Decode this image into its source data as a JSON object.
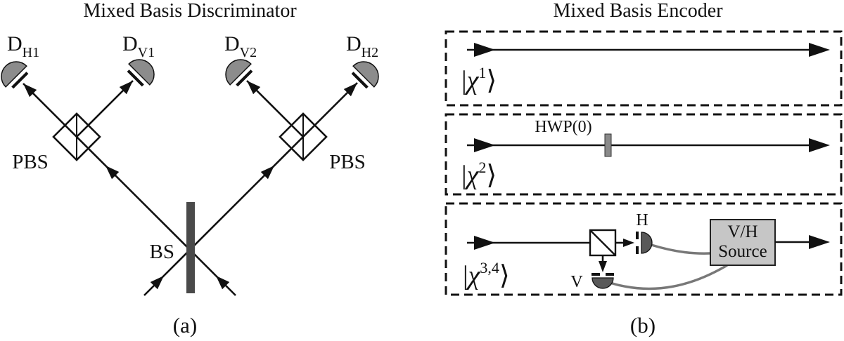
{
  "panel_a": {
    "title": "Mixed Basis Discriminator",
    "caption": "(a)",
    "bs_label": "BS",
    "pbs_left_label": "PBS",
    "pbs_right_label": "PBS",
    "detectors": [
      {
        "name": "D",
        "sub": "H1"
      },
      {
        "name": "D",
        "sub": "V1"
      },
      {
        "name": "D",
        "sub": "V2"
      },
      {
        "name": "D",
        "sub": "H2"
      }
    ]
  },
  "panel_b": {
    "title": "Mixed Basis Encoder",
    "caption": "(b)",
    "rows": [
      {
        "bar": "|",
        "chi": "χ",
        "sup": "1",
        "ket": "⟩"
      },
      {
        "bar": "|",
        "chi": "χ",
        "sup": "2",
        "ket": "⟩",
        "hwp_label": "HWP(0)"
      },
      {
        "bar": "|",
        "chi": "χ",
        "sup": "3,4",
        "ket": "⟩",
        "h_label": "H",
        "v_label": "V",
        "source_line1": "V/H",
        "source_line2": "Source"
      }
    ]
  },
  "colors": {
    "ink": "#111111",
    "bs_plate": "#4a4a4a",
    "detector_gray": "#8c8c8c",
    "detector_dark": "#595959",
    "hwp_gray": "#8a8a8a",
    "source_gray": "#c6c6c6",
    "feedback_gray": "#787878"
  }
}
